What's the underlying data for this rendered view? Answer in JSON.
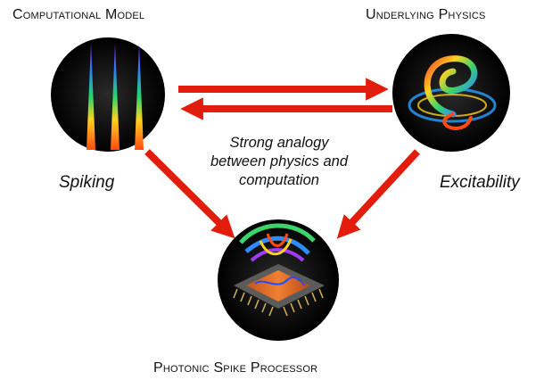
{
  "nodes": {
    "model": {
      "heading": "Computational Model",
      "caption": "Spiking"
    },
    "physics": {
      "heading": "Underlying Physics",
      "caption": "Excitability"
    },
    "processor": {
      "heading": "Photonic Spike Processor"
    }
  },
  "analogy_text": {
    "line1": "Strong analogy",
    "line2": "between physics and",
    "line3": "computation"
  },
  "colors": {
    "arrow": "#e21d0b",
    "node_fill": "#000000"
  }
}
